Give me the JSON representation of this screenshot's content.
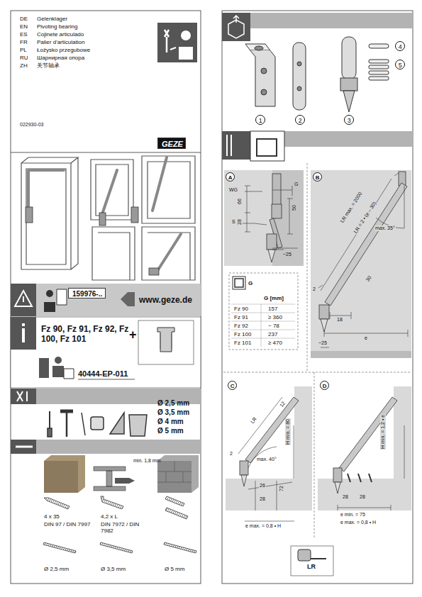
{
  "diagram": {
    "nodes": [
      {
        "text": [
          "GEZE"
        ]
      },
      {
        "text": [
          "159976-.."
        ]
      }
    ],
    "labels": [
      "DE",
      "Gelenklager",
      "EN",
      "Pivoting bearing",
      "ES",
      "Cojinete articulado",
      "FR",
      "Palier d'articulation",
      "PL",
      "Łożysko przegubowe",
      "RU",
      "Шарнирная опора",
      "ZH",
      "关节轴承",
      "022930-03",
      "www.geze.de",
      "Fz 90, Fz 91, Fz 92, Fz 100, Fz 101",
      "+",
      "40444-EP-011",
      "Ø 2,5 mm",
      "Ø 3,5 mm",
      "Ø 4 mm",
      "Ø 5 mm",
      "min. 1,8 mm",
      "4 x 35",
      "DIN 97 / DIN 7997",
      "4,2 x L",
      "DIN 7972 / DIN 7982",
      "Ø 2,5 mm",
      "Ø 3,5 mm",
      "Ø 5 mm",
      "1",
      "2",
      "3",
      "4",
      "5",
      "A",
      "WG",
      "66",
      "50",
      "G",
      "S",
      "28",
      "~25",
      "G",
      "G [mm]",
      "Fz 90",
      "157",
      "Fz 91",
      "≥ 360",
      "Fz 92",
      "~ 78",
      "Fz 100",
      "237",
      "Fz 101",
      "≥ 470",
      "B",
      "LR max. = 2000",
      "LR = 2 • (e – 30)",
      "max. 35°",
      "30",
      "2",
      "18",
      "e",
      "~25",
      "C",
      "LR",
      "12",
      "2",
      "max. 40°",
      "H min. = 80",
      "26",
      "28",
      "72",
      "e max. = 0,8 • H",
      "D",
      "H min. = 1,2 • e",
      "28",
      "28",
      "e min. = 75",
      "e max. = 0,8 • H",
      "LR"
    ]
  }
}
